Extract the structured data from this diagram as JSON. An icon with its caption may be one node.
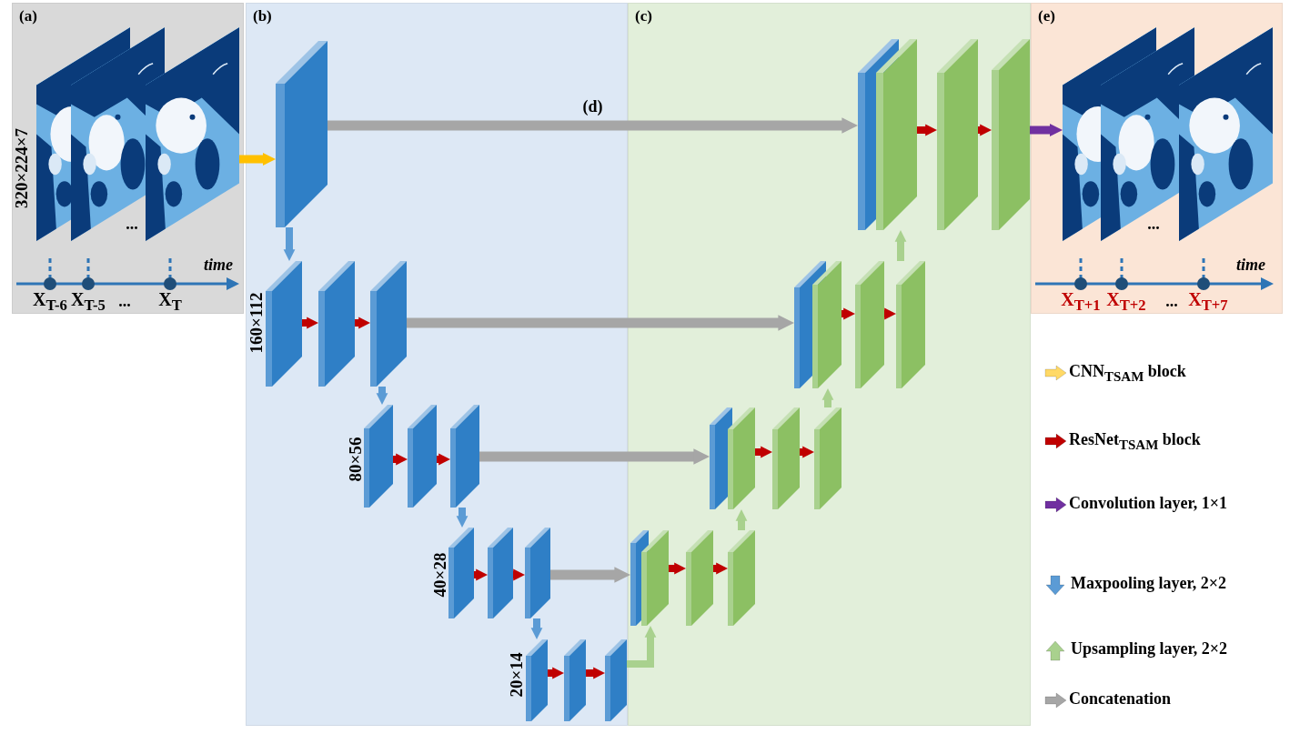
{
  "diagram": {
    "nodes": [
      {
        "text": [
          "(a)"
        ]
      },
      {
        "text": [],
        "shape": "picture",
        "in": 0,
        "beside": [
          "320×224×7"
        ]
      },
      {
        "text": [],
        "shape": "picture",
        "in": 0
      },
      {
        "text": [],
        "shape": "picture",
        "in": 0
      },
      {
        "text": [
          "(b)"
        ]
      },
      {
        "text": [
          "(c)"
        ]
      },
      {
        "text": [
          "(e)"
        ]
      },
      {
        "text": [],
        "shape": "picture",
        "in": 6
      },
      {
        "text": [],
        "shape": "picture",
        "in": 6
      },
      {
        "text": [],
        "shape": "picture",
        "in": 6
      },
      {
        "text": [],
        "shape": "box",
        "in": 4
      },
      {
        "text": [],
        "shape": "box",
        "in": 4,
        "beside": [
          "160×112"
        ]
      },
      {
        "text": [],
        "shape": "box",
        "in": 4
      },
      {
        "text": [],
        "shape": "box",
        "in": 4
      },
      {
        "text": [],
        "shape": "box",
        "in": 4,
        "beside": [
          "80×56"
        ]
      },
      {
        "text": [],
        "shape": "box",
        "in": 4
      },
      {
        "text": [],
        "shape": "box",
        "in": 4
      },
      {
        "text": [],
        "shape": "box",
        "in": 4,
        "beside": [
          "40×28"
        ]
      },
      {
        "text": [],
        "shape": "box",
        "in": 4
      },
      {
        "text": [],
        "shape": "box",
        "in": 4
      },
      {
        "text": [],
        "shape": "box",
        "in": 4,
        "beside": [
          "20×14"
        ]
      },
      {
        "text": [],
        "shape": "box",
        "in": 4
      },
      {
        "text": [],
        "shape": "box",
        "in": 4
      },
      {
        "text": [],
        "shape": "box",
        "in": 5
      },
      {
        "text": [],
        "shape": "box",
        "in": 5
      },
      {
        "text": [],
        "shape": "box",
        "in": 5
      },
      {
        "text": [],
        "shape": "box",
        "in": 5
      },
      {
        "text": [],
        "shape": "box",
        "in": 5
      },
      {
        "text": [],
        "shape": "box",
        "in": 5
      },
      {
        "text": [],
        "shape": "box",
        "in": 5
      },
      {
        "text": [],
        "shape": "box",
        "in": 5
      },
      {
        "text": [],
        "shape": "box",
        "in": 5
      },
      {
        "text": [],
        "shape": "box",
        "in": 5
      },
      {
        "text": [],
        "shape": "box",
        "in": 5
      },
      {
        "text": [],
        "shape": "box",
        "in": 5
      },
      {
        "text": [],
        "shape": "box",
        "in": 5
      },
      {
        "text": [],
        "shape": "box",
        "in": 5
      },
      {
        "text": [],
        "shape": "box",
        "in": 5
      },
      {
        "text": [],
        "shape": "box",
        "in": 5
      }
    ],
    "edges": [
      {
        "from": 3,
        "to": 10,
        "arrow": "to",
        "color": "#ffc000"
      },
      {
        "from": 10,
        "to": 11,
        "arrow": "to",
        "color": "#5b9bd5"
      },
      {
        "from": 11,
        "to": 12,
        "arrow": "to"
      },
      {
        "from": 12,
        "to": 13,
        "arrow": "to"
      },
      {
        "from": 13,
        "to": 14,
        "arrow": "to",
        "color": "#5b9bd5"
      },
      {
        "from": 14,
        "to": 15,
        "arrow": "to"
      },
      {
        "from": 15,
        "to": 16,
        "arrow": "to"
      },
      {
        "from": 16,
        "to": 17,
        "arrow": "to",
        "color": "#5b9bd5"
      },
      {
        "from": 17,
        "to": 18,
        "arrow": "to"
      },
      {
        "from": 18,
        "to": 19,
        "arrow": "to"
      },
      {
        "from": 19,
        "to": 20,
        "arrow": "to",
        "color": "#5b9bd5"
      },
      {
        "from": 20,
        "to": 21,
        "arrow": "to"
      },
      {
        "from": 21,
        "to": 22,
        "arrow": "to"
      },
      {
        "from": 22,
        "to": 24,
        "arrow": "to",
        "color": "#a9d18e"
      },
      {
        "from": 24,
        "to": 25,
        "arrow": "to"
      },
      {
        "from": 25,
        "to": 26,
        "arrow": "to"
      },
      {
        "from": 26,
        "to": 28,
        "arrow": "to",
        "color": "#a9d18e"
      },
      {
        "from": 28,
        "to": 29,
        "arrow": "to"
      },
      {
        "from": 29,
        "to": 30,
        "arrow": "to"
      },
      {
        "from": 30,
        "to": 32,
        "arrow": "to",
        "color": "#a9d18e"
      },
      {
        "from": 32,
        "to": 33,
        "arrow": "to"
      },
      {
        "from": 33,
        "to": 34,
        "arrow": "to"
      },
      {
        "from": 34,
        "to": 36,
        "arrow": "to",
        "color": "#a9d18e"
      },
      {
        "from": 36,
        "to": 37,
        "arrow": "to"
      },
      {
        "from": 37,
        "to": 38,
        "arrow": "to"
      },
      {
        "from": 10,
        "to": 35,
        "arrow": "to",
        "label": "(d)",
        "color": "#a6a6a6"
      },
      {
        "from": 13,
        "to": 31,
        "arrow": "to",
        "color": "#a6a6a6"
      },
      {
        "from": 16,
        "to": 27,
        "arrow": "to",
        "color": "#a6a6a6"
      },
      {
        "from": 19,
        "to": 23,
        "arrow": "to",
        "color": "#a6a6a6"
      },
      {
        "from": 38,
        "to": 7,
        "arrow": "to",
        "color": "#7030a0"
      }
    ],
    "labels": [
      "...",
      "time",
      "X$_{T-6}$",
      "X$_{T-5}$",
      "...",
      "X$_{T}$",
      "...",
      "time",
      "X$_{T+1}$",
      "X$_{T+2}$",
      "...",
      "X$_{T+7}$"
    ],
    "legend": [
      {
        "text": "CNN$_{TSAM}$ block"
      },
      {
        "text": "ResNet$_{TSAM}$ block"
      },
      {
        "text": "Convolution layer, 1×1"
      },
      {
        "text": "Maxpooling layer, 2×2"
      },
      {
        "text": "Upsampling layer, 2×2"
      },
      {
        "text": "Concatenation"
      }
    ]
  }
}
